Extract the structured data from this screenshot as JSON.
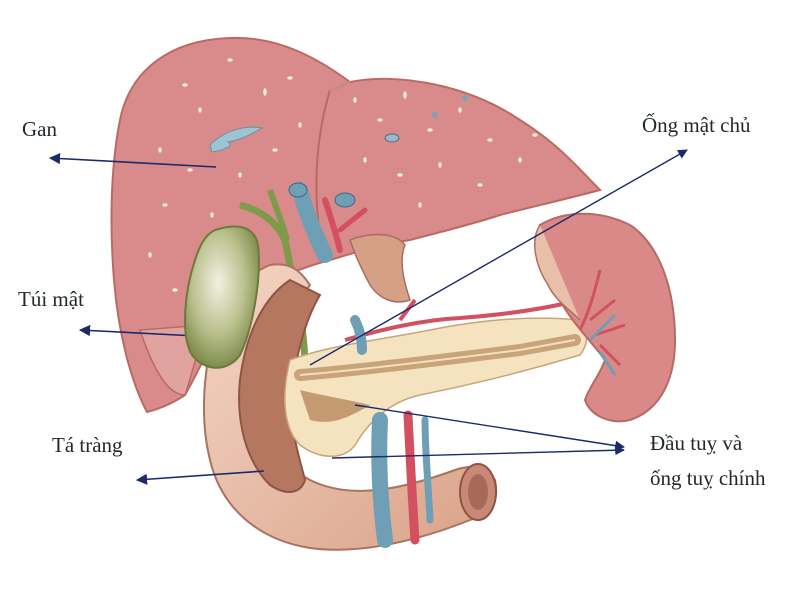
{
  "diagram": {
    "subject": "Liver, gallbladder, duodenum, pancreas and spleen anatomy",
    "labels": [
      {
        "id": "gan",
        "text": "Gan"
      },
      {
        "id": "tui_mat",
        "text": "Túi mật"
      },
      {
        "id": "ta_trang",
        "text": "Tá tràng"
      },
      {
        "id": "ong_mat_chu",
        "text": "Ống mật chủ"
      },
      {
        "id": "dau_tuy_line1",
        "text": "Đầu tuỵ và"
      },
      {
        "id": "dau_tuy_line2",
        "text": "ống tuỵ chính"
      }
    ],
    "colors": {
      "arrow": "#1b2a6b",
      "liver": "#d88a8a",
      "liver_edge": "#b86a62",
      "gallbladder": "#a8b37a",
      "duodenum": "#e8b9a0",
      "duodenum_inner": "#b67760",
      "pancreas": "#f5e3c0",
      "spleen": "#d88a88",
      "vein": "#6f9fb5",
      "artery": "#d2505f",
      "bile_duct": "#7e9a4a"
    }
  }
}
